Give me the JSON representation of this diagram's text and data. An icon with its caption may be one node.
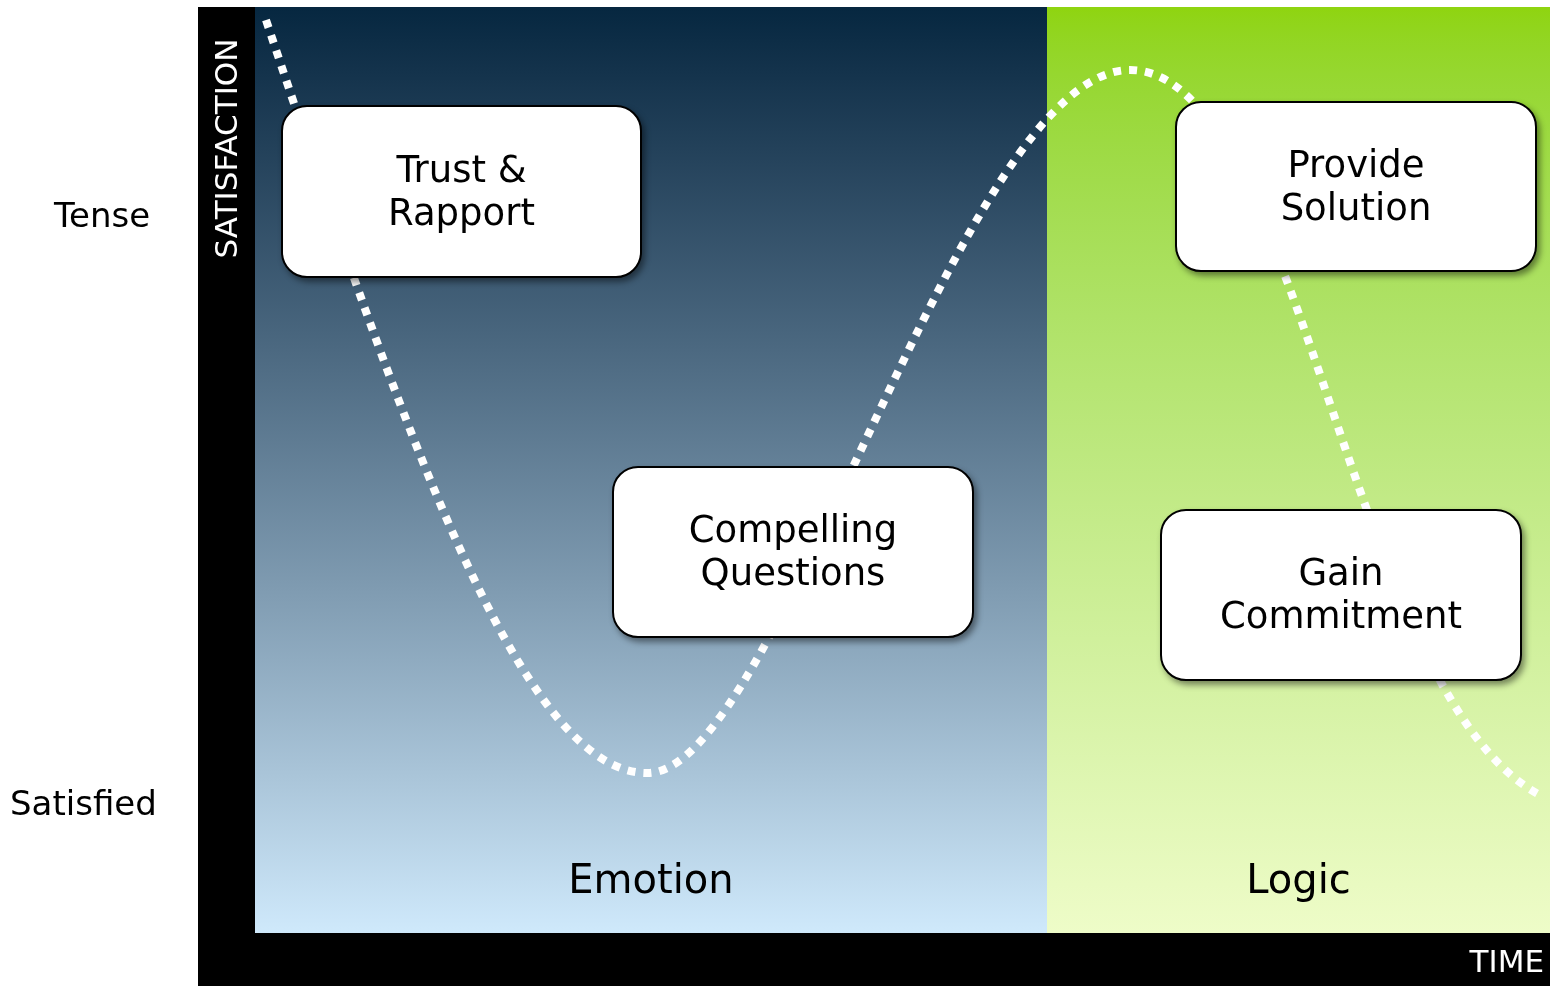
{
  "diagram": {
    "nodes": [
      {
        "text": [
          "Emotion"
        ]
      },
      {
        "text": [
          "Trust & Rapport"
        ],
        "in": 0
      },
      {
        "text": [
          "Compelling Questions"
        ],
        "in": 0
      },
      {
        "text": [
          "Logic"
        ]
      },
      {
        "text": [
          "Provide Solution"
        ],
        "in": 3
      },
      {
        "text": [
          "Gain Commitment"
        ],
        "in": 3
      }
    ],
    "labels": [
      "Tense",
      "Satisfied",
      "SATISFACTION",
      "TIME"
    ]
  }
}
